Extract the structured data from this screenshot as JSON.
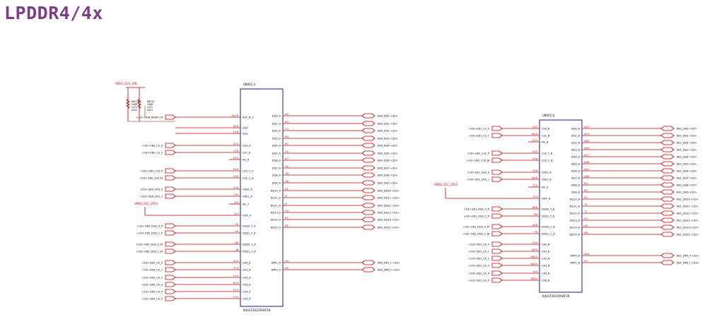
{
  "title": "LPDDR4/4x",
  "colors": {
    "title": "#7b3f87",
    "wire": "#c00000",
    "text": "#000000",
    "box": "#000080",
    "accent": "#cc0000"
  },
  "u1": {
    "ref": "U8001-3",
    "part": "K4U1F301CM-BF39",
    "left": [
      {
        "net": "<33> DDR_RESET_N",
        "ball": "AA16",
        "pin": "RST_N_3",
        "conn": true
      },
      {
        "net": "",
        "ball": "B16",
        "pin": "ZQ0",
        "conn": true
      },
      {
        "net": "",
        "ball": "C16",
        "pin": "ZQ1",
        "conn": true
      },
      {
        "net": "<33> EB0_CS_0",
        "ball": "E15",
        "pin": "CS0_A",
        "conn": true
      },
      {
        "net": "<33> EB0_CS_1",
        "ball": "F16",
        "pin": "CS1_A",
        "conn": true
      },
      {
        "net": "",
        "ball": "H14",
        "pin": "NC_6",
        "conn": false
      },
      {
        "net": "<33> EB0_CLK_P",
        "ball": "H16",
        "pin": "CLK_T_A",
        "conn": true
      },
      {
        "net": "<33> EB0_CLK_M",
        "ball": "G16",
        "pin": "CLK_C_A",
        "conn": true
      },
      {
        "net": "<33> EB0_CKE_0",
        "ball": "E16",
        "pin": "CKE0_A",
        "conn": true
      },
      {
        "net": "<33> EB0_CKE_1",
        "ball": "F16",
        "pin": "CKE1_A",
        "conn": true
      },
      {
        "net": "",
        "ball": "J16",
        "pin": "NC_7",
        "conn": false
      },
      {
        "net": "",
        "ball": "J13",
        "pin": "ODT_A",
        "conn": true
      },
      {
        "net": "<33> EB0_DQS_0_P",
        "ball": "C6",
        "pin": "DQS0_T_A",
        "conn": true
      },
      {
        "net": "<33> EB0_DQS_1_P",
        "ball": "K6",
        "pin": "DQS1_T_A",
        "conn": true
      },
      {
        "net": "<33> EB0_DQS_0_M",
        "ball": "D6",
        "pin": "DQS0_C_A",
        "conn": true
      },
      {
        "net": "<33> EB0_DQS_1_M",
        "ball": "J6",
        "pin": "DQS1_C_A",
        "conn": true
      },
      {
        "net": "<33> EB0_CA_0",
        "ball": "G15",
        "pin": "CA0_A",
        "conn": true
      },
      {
        "net": "<33> EB0_CA_1",
        "ball": "F13",
        "pin": "CA1_A",
        "conn": true
      },
      {
        "net": "<33> EB0_CA_2",
        "ball": "C14",
        "pin": "CA2_A",
        "conn": true
      },
      {
        "net": "<33> EB0_CA_3",
        "ball": "D13",
        "pin": "CA3_A",
        "conn": true
      },
      {
        "net": "<33> EB0_CA_4",
        "ball": "E13",
        "pin": "CA4_A",
        "conn": true
      },
      {
        "net": "<33> EB0_CA_5",
        "ball": "C15",
        "pin": "CA5_A",
        "conn": true
      }
    ],
    "right": [
      {
        "pin": "DQ0_A",
        "ball": "A3",
        "net": "EB0_DQ0 <33>"
      },
      {
        "pin": "DQ1_A",
        "ball": "B3",
        "net": "EB0_DQ1 <33>"
      },
      {
        "pin": "DQ2_A",
        "ball": "C3",
        "net": "EB0_DQ2 <33>"
      },
      {
        "pin": "DQ3_A",
        "ball": "D3",
        "net": "EB0_DQ3 <33>"
      },
      {
        "pin": "DQ4_A",
        "ball": "B7",
        "net": "EB0_DQ4 <33>"
      },
      {
        "pin": "DQ5_A",
        "ball": "C6",
        "net": "EB0_DQ5 <33>"
      },
      {
        "pin": "DQ6_A",
        "ball": "D7",
        "net": "EB0_DQ6 <33>"
      },
      {
        "pin": "DQ7_A",
        "ball": "C8",
        "net": "EB0_DQ7 <33>"
      },
      {
        "pin": "DQ8_A",
        "ball": "G8",
        "net": "EB0_DQ8 <33>"
      },
      {
        "pin": "DQ9_A",
        "ball": "H8",
        "net": "EB0_DQ9 <33>"
      },
      {
        "pin": "DQ10_A",
        "ball": "E3",
        "net": "EB0_DQ10 <33>"
      },
      {
        "pin": "DQ11_A",
        "ball": "J3",
        "net": "EB0_DQ11 <33>"
      },
      {
        "pin": "DQ12_A",
        "ball": "J7",
        "net": "EB0_DQ12 <33>"
      },
      {
        "pin": "DQ13_A",
        "ball": "H3",
        "net": "EB0_DQ13 <33>"
      },
      {
        "pin": "DQ14_A",
        "ball": "K3",
        "net": "EB0_DQ14 <33>"
      },
      {
        "pin": "DQ15_A",
        "ball": "K8",
        "net": "EB0_DQ15 <33>"
      },
      {
        "pin": "DMI1_A",
        "ball": "H3",
        "net": "EB0_DMI_1 <33>"
      },
      {
        "pin": "DMI0_A",
        "ball": "D5",
        "net": "EB0_DMI_0 <33>"
      }
    ]
  },
  "u2": {
    "ref": "U8001-4",
    "part": "K4U1F301CM-BF39",
    "left": [
      {
        "net": "<33> EB1_CS_0",
        "ball": "V15",
        "pin": "CS0_B",
        "conn": true
      },
      {
        "net": "<33> EB1_CS_1",
        "ball": "W15",
        "pin": "CS1_B",
        "conn": true
      },
      {
        "net": "",
        "ball": "U14",
        "pin": "NC_8",
        "conn": false
      },
      {
        "net": "<33> EB1_CLK_P",
        "ball": "U15",
        "pin": "CLK_T_B",
        "conn": true
      },
      {
        "net": "<33> EB1_CLK_M",
        "ball": "V16",
        "pin": "CLK_C_B",
        "conn": true
      },
      {
        "net": "<33> EB1_CKE_0",
        "ball": "Y16",
        "pin": "CKE0_B",
        "conn": true
      },
      {
        "net": "<33> EB1_CKE_1",
        "ball": "W16",
        "pin": "CKE1_B",
        "conn": true
      },
      {
        "net": "",
        "ball": "T14",
        "pin": "NC_9",
        "conn": false
      },
      {
        "net": "",
        "ball": "T13",
        "pin": "ODT_B",
        "conn": true
      },
      {
        "net": "<33> EB1_DQS_0_P",
        "ball": "AB6",
        "pin": "DQS0_T_B",
        "conn": true
      },
      {
        "net": "<33> EB1_DQS_1_P",
        "ball": "R6",
        "pin": "DQS1_T_B",
        "conn": true
      },
      {
        "net": "<33> EB1_DQS_0_M",
        "ball": "AA6",
        "pin": "DQS0_C_B",
        "conn": true
      },
      {
        "net": "<33> EB1_DQS_1_M",
        "ball": "T6",
        "pin": "DQS1_C_B",
        "conn": true
      },
      {
        "net": "<33> EB1_CA_0",
        "ball": "V14",
        "pin": "CA0_B",
        "conn": true
      },
      {
        "net": "<33> EB1_CA_1",
        "ball": "W13",
        "pin": "CA1_B",
        "conn": true
      },
      {
        "net": "<33> EB1_CA_2",
        "ball": "AB13",
        "pin": "CA2_B",
        "conn": true
      },
      {
        "net": "<33> EB1_CA_3",
        "ball": "AA13",
        "pin": "CA3_B",
        "conn": true
      },
      {
        "net": "<33> EB1_CA_4",
        "ball": "Y13",
        "pin": "CA4_B",
        "conn": true
      },
      {
        "net": "<33> EB1_CA_5",
        "ball": "AB15",
        "pin": "CA5_B",
        "conn": true
      }
    ],
    "right": [
      {
        "pin": "DQ0_B",
        "ball": "AC3",
        "net": "EB1_DQ0 <33>"
      },
      {
        "pin": "DQ1_B",
        "ball": "AC3",
        "net": "EB1_DQ1 <33>"
      },
      {
        "pin": "DQ2_B",
        "ball": "AB3",
        "net": "EB1_DQ2 <33>"
      },
      {
        "pin": "DQ3_B",
        "ball": "AA3",
        "net": "EB1_DQ3 <33>"
      },
      {
        "pin": "DQ4_B",
        "ball": "AC7",
        "net": "EB1_DQ4 <33>"
      },
      {
        "pin": "DQ5_B",
        "ball": "AB6",
        "net": "EB1_DQ5 <33>"
      },
      {
        "pin": "DQ6_B",
        "ball": "AA7",
        "net": "EB1_DQ6 <33>"
      },
      {
        "pin": "DQ7_B",
        "ball": "AB8",
        "net": "EB1_DQ7 <33>"
      },
      {
        "pin": "DQ8_B",
        "ball": "R3",
        "net": "EB1_DQ8 <33>"
      },
      {
        "pin": "DQ9_B",
        "ball": "R4",
        "net": "EB1_DQ9 <33>"
      },
      {
        "pin": "DQ10_B",
        "ball": "R3",
        "net": "EB1_DQ10 <33>"
      },
      {
        "pin": "DQ11_B",
        "ball": "T3",
        "net": "EB1_DQ11 <33>"
      },
      {
        "pin": "DQ12_B",
        "ball": "T7",
        "net": "EB1_DQ12 <33>"
      },
      {
        "pin": "DQ13_B",
        "ball": "V3",
        "net": "EB1_DQ13 <33>"
      },
      {
        "pin": "DQ14_B",
        "ball": "U8",
        "net": "EB1_DQ14 <33>"
      },
      {
        "pin": "DQ15_B",
        "ball": "U8",
        "net": "EB1_DQ15 <33>"
      },
      {
        "pin": "DMI0_B",
        "ball": "AA5",
        "net": "EB1_DMI_0 <33>"
      },
      {
        "pin": "DMI1_B",
        "ball": "U2",
        "net": "EB1_DMI_1 <33>"
      }
    ]
  },
  "power": {
    "top": "VREG_S1A_1P8",
    "odt_a": "VREG_S1C_1P13",
    "odt_b": "VREG_S1C_1P13"
  },
  "resistors": [
    {
      "ref": "R8750",
      "value": "240R",
      "tol": "±1%",
      "pkg": "0201"
    },
    {
      "ref": "R8751",
      "value": "240R",
      "tol": "±1%",
      "pkg": "0201"
    }
  ]
}
